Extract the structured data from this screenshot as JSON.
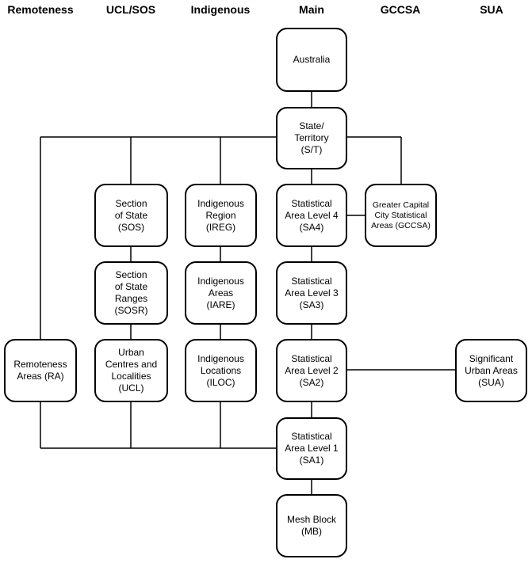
{
  "headers": {
    "remoteness": "Remoteness",
    "ucl_sos": "UCL/SOS",
    "indigenous": "Indigenous",
    "main": "Main",
    "gccsa": "GCCSA",
    "sua": "SUA"
  },
  "nodes": {
    "australia": [
      "Australia"
    ],
    "state": [
      "State/",
      "Territory",
      "(S/T)"
    ],
    "sa4": [
      "Statistical",
      "Area Level 4",
      "(SA4)"
    ],
    "sa3": [
      "Statistical",
      "Area Level 3",
      "(SA3)"
    ],
    "sa2": [
      "Statistical",
      "Area Level 2",
      "(SA2)"
    ],
    "sa1": [
      "Statistical",
      "Area Level 1",
      "(SA1)"
    ],
    "mb": [
      "Mesh Block",
      "(MB)"
    ],
    "sos": [
      "Section",
      "of State",
      "(SOS)"
    ],
    "sosr": [
      "Section",
      "of State",
      "Ranges",
      "(SOSR)"
    ],
    "ucl": [
      "Urban",
      "Centres and",
      "Localities",
      "(UCL)"
    ],
    "ireg": [
      "Indigenous",
      "Region",
      "(IREG)"
    ],
    "iare": [
      "Indigenous",
      "Areas",
      "(IARE)"
    ],
    "iloc": [
      "Indigenous",
      "Locations",
      "(ILOC)"
    ],
    "gccsa": [
      "Greater Capital",
      "City Statistical",
      "Areas (GCCSA)"
    ],
    "sua": [
      "Significant",
      "Urban Areas",
      "(SUA)"
    ],
    "ra": [
      "Remoteness",
      "Areas (RA)"
    ]
  }
}
